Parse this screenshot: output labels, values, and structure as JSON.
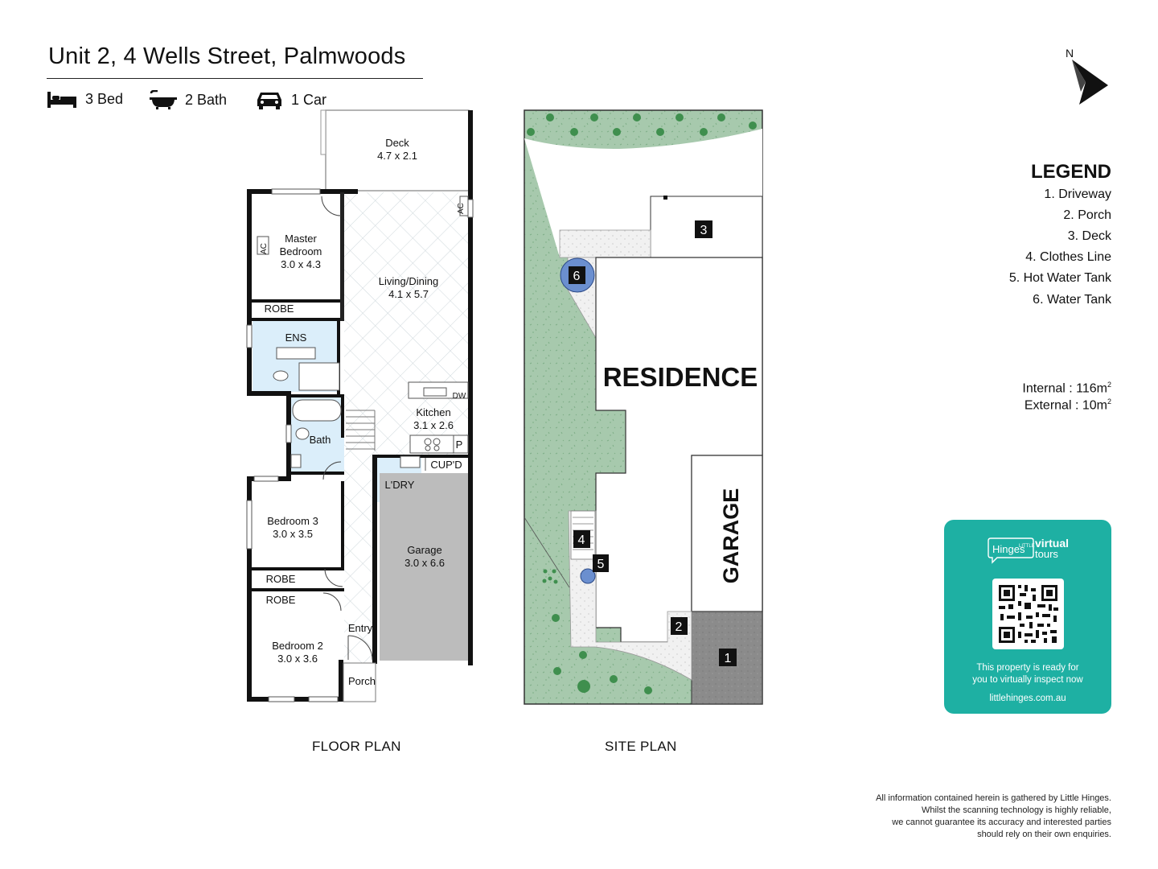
{
  "title": "Unit 2, 4 Wells Street, Palmwoods",
  "specs": {
    "bed": "3 Bed",
    "bath": "2 Bath",
    "car": "1 Car"
  },
  "floor_plan": {
    "label": "FLOOR PLAN",
    "rooms": {
      "deck_name": "Deck",
      "deck_size": "4.7 x 2.1",
      "master_name1": "Master",
      "master_name2": "Bedroom",
      "master_size": "3.0 x 4.3",
      "living_name": "Living/Dining",
      "living_size": "4.1 x 5.7",
      "robe": "ROBE",
      "ens": "ENS",
      "kitchen_name": "Kitchen",
      "kitchen_size": "3.1 x 2.6",
      "dw": "DW",
      "pantry": "P",
      "bath": "Bath",
      "cupd": "CUP'D",
      "laundry": "L'DRY",
      "bed3_name": "Bedroom 3",
      "bed3_size": "3.0 x 3.5",
      "garage_name": "Garage",
      "garage_size": "3.0 x 6.6",
      "bed2_name": "Bedroom 2",
      "bed2_size": "3.0 x 3.6",
      "entry": "Entry",
      "porch": "Porch",
      "ac": "AC"
    }
  },
  "site_plan": {
    "label": "SITE PLAN",
    "residence": "RESIDENCE",
    "garage": "GARAGE",
    "markers": [
      "1",
      "2",
      "3",
      "4",
      "5",
      "6"
    ]
  },
  "compass": {
    "north": "N"
  },
  "legend": {
    "title": "LEGEND",
    "items": [
      "1. Driveway",
      "2. Porch",
      "3. Deck",
      "4. Clothes Line",
      "5. Hot Water Tank",
      "6. Water Tank"
    ]
  },
  "areas": {
    "internal_label": "Internal",
    "internal_value": ": 116m",
    "external_label": "External",
    "external_value": ":   10m",
    "unit_sup": "2"
  },
  "promo": {
    "brand_small": "LITTLE",
    "brand_name": "Hinges",
    "brand_virtual": "virtual",
    "brand_tours": "tours",
    "tagline1": "This property is ready for",
    "tagline2": "you to virtually inspect now",
    "website": "littlehinges.com.au"
  },
  "disclaimer": [
    "All information contained herein is gathered by Little Hinges.",
    "Whilst the scanning technology is highly reliable,",
    "we cannot guarantee its accuracy and interested parties",
    "should rely on their own enquiries."
  ],
  "colors": {
    "wet_area": "#dbeefa",
    "garage_floor": "#bcbcbc",
    "lawn": "#a7c9ad",
    "driveway": "#8b8b8b",
    "water_tank": "#6b8fcf",
    "promo_teal": "#1eb0a3"
  }
}
